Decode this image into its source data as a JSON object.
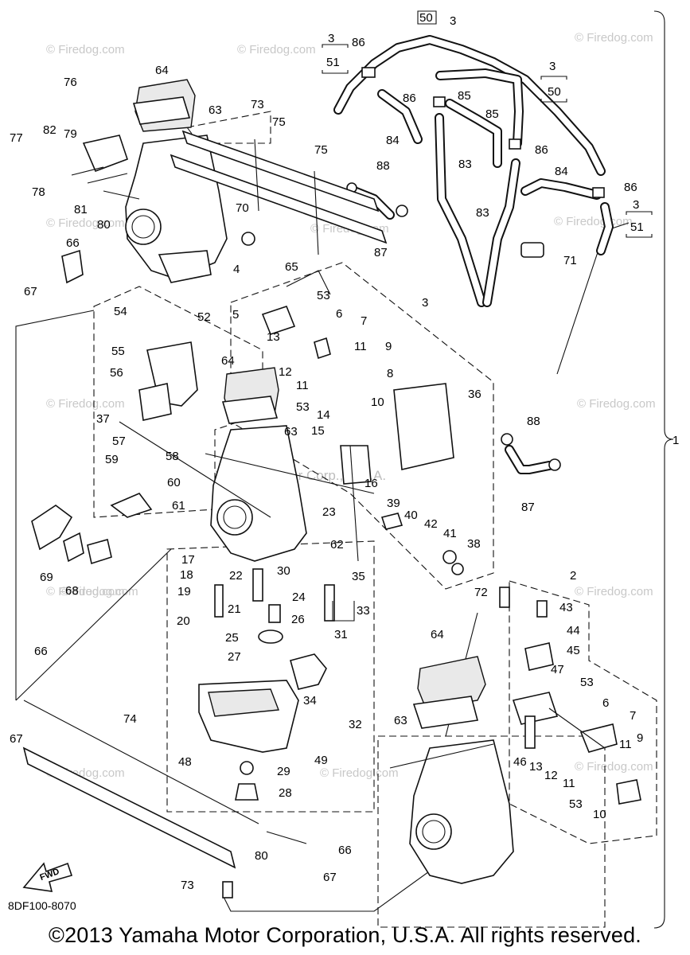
{
  "document_code": "8DF100-8070",
  "copyright": "©2013 Yamaha Motor Corporation, U.S.A. All rights reserved.",
  "watermark": "© Firedog.com",
  "center_watermark": "Yamaha Motor Corp., U.S.A.",
  "fwd_label": "FWD",
  "bracket_label": "1",
  "labels": {
    "p64a": "64",
    "p76": "76",
    "p63a": "63",
    "p73a": "73",
    "p75a": "75",
    "p75b": "75",
    "p77": "77",
    "p82": "82",
    "p79": "79",
    "p78": "78",
    "p81": "81",
    "p80a": "80",
    "p70": "70",
    "p66a": "66",
    "p67a": "67",
    "p4": "4",
    "p3a": "3",
    "p51a": "51",
    "p86a": "86",
    "p50a": "50",
    "p3b": "3",
    "p86b": "86",
    "p84a": "84",
    "p85a": "85",
    "p85b": "85",
    "p83a": "83",
    "p86c": "86",
    "p3c": "3",
    "p50b": "50",
    "p88a": "88",
    "p87a": "87",
    "p84b": "84",
    "p86d": "86",
    "p83b": "83",
    "p3d": "3",
    "p51b": "51",
    "p71": "71",
    "p65": "65",
    "p5": "5",
    "p53a": "53",
    "p6a": "6",
    "p7a": "7",
    "p3e": "3",
    "p13a": "13",
    "p11a": "11",
    "p9a": "9",
    "p12a": "12",
    "p11b": "11",
    "p8": "8",
    "p53b": "53",
    "p10a": "10",
    "p14": "14",
    "p15": "15",
    "p36": "36",
    "p54": "54",
    "p52": "52",
    "p55": "55",
    "p56": "56",
    "p64b": "64",
    "p37": "37",
    "p63b": "63",
    "p57": "57",
    "p58": "58",
    "p59": "59",
    "p60": "60",
    "p61": "61",
    "p16": "16",
    "p88b": "88",
    "p87b": "87",
    "p23": "23",
    "p39": "39",
    "p40": "40",
    "p42": "42",
    "p41": "41",
    "p38": "38",
    "p69": "69",
    "p68": "68",
    "p17": "17",
    "p62": "62",
    "p18": "18",
    "p30": "30",
    "p35": "35",
    "p19": "19",
    "p24": "24",
    "p21": "21",
    "p22": "22",
    "p33": "33",
    "p20": "20",
    "p26": "26",
    "p25": "25",
    "p31": "31",
    "p27": "27",
    "p34": "34",
    "p32": "32",
    "p72": "72",
    "p2": "2",
    "p43": "43",
    "p44": "44",
    "p45": "45",
    "p64c": "64",
    "p47": "47",
    "p53c": "53",
    "p6b": "6",
    "p7b": "7",
    "p63c": "63",
    "p46": "46",
    "p13b": "13",
    "p12b": "12",
    "p11c": "11",
    "p11d": "11",
    "p9b": "9",
    "p53d": "53",
    "p10b": "10",
    "p66b": "66",
    "p67b": "67",
    "p74": "74",
    "p48": "48",
    "p49": "49",
    "p29": "29",
    "p28": "28",
    "p80b": "80",
    "p66c": "66",
    "p67c": "67",
    "p73b": "73"
  }
}
